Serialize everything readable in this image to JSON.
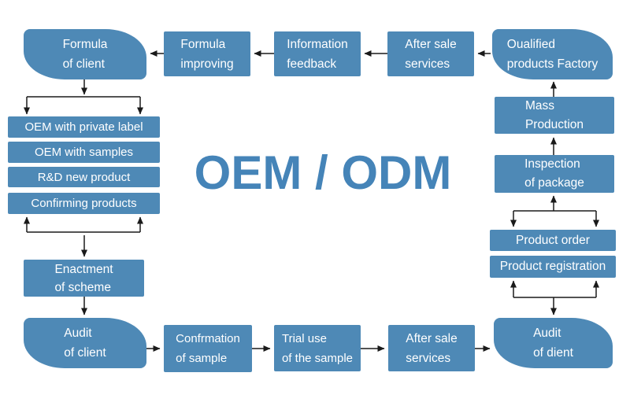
{
  "title": "OEM / ODM",
  "colors": {
    "node_fill": "#4E89B6",
    "node_text": "#FFFFFF",
    "title_text": "#4584B8",
    "arrow": "#1a1a1a"
  },
  "nodes": {
    "formula_of_client": {
      "lines": [
        "Formula",
        "of client"
      ]
    },
    "formula_improving": {
      "lines": [
        "Formula",
        "improving"
      ]
    },
    "information_feedback": {
      "lines": [
        "Information",
        "feedback"
      ]
    },
    "after_sale_services_top": {
      "lines": [
        "After sale",
        "services"
      ]
    },
    "qualified_products_factory": {
      "lines": [
        "Oualified",
        "products Factory"
      ]
    },
    "oem_with_private_label": {
      "lines": [
        "OEM with private label"
      ]
    },
    "oem_with_samples": {
      "lines": [
        "OEM with samples"
      ]
    },
    "rd_new_product": {
      "lines": [
        "R&D new product"
      ]
    },
    "confirming_products": {
      "lines": [
        "Confirming products"
      ]
    },
    "enactment_of_scheme": {
      "lines": [
        "Enactment",
        "of scheme"
      ]
    },
    "audit_of_client": {
      "lines": [
        "Audit",
        "of client"
      ]
    },
    "confirmation_of_sample": {
      "lines": [
        "Confrmation",
        "of sample"
      ]
    },
    "trial_use_of_the_sample": {
      "lines": [
        "Trial use",
        "of the sample"
      ]
    },
    "after_sale_services_bottom": {
      "lines": [
        "After sale",
        "services"
      ]
    },
    "audit_of_dient": {
      "lines": [
        "Audit",
        "of dient"
      ]
    },
    "mass_production": {
      "lines": [
        "Mass",
        "Production"
      ]
    },
    "inspection_of_package": {
      "lines": [
        "Inspection",
        "of package"
      ]
    },
    "product_order": {
      "lines": [
        "Product order"
      ]
    },
    "product_registration": {
      "lines": [
        "Product registration"
      ]
    }
  }
}
